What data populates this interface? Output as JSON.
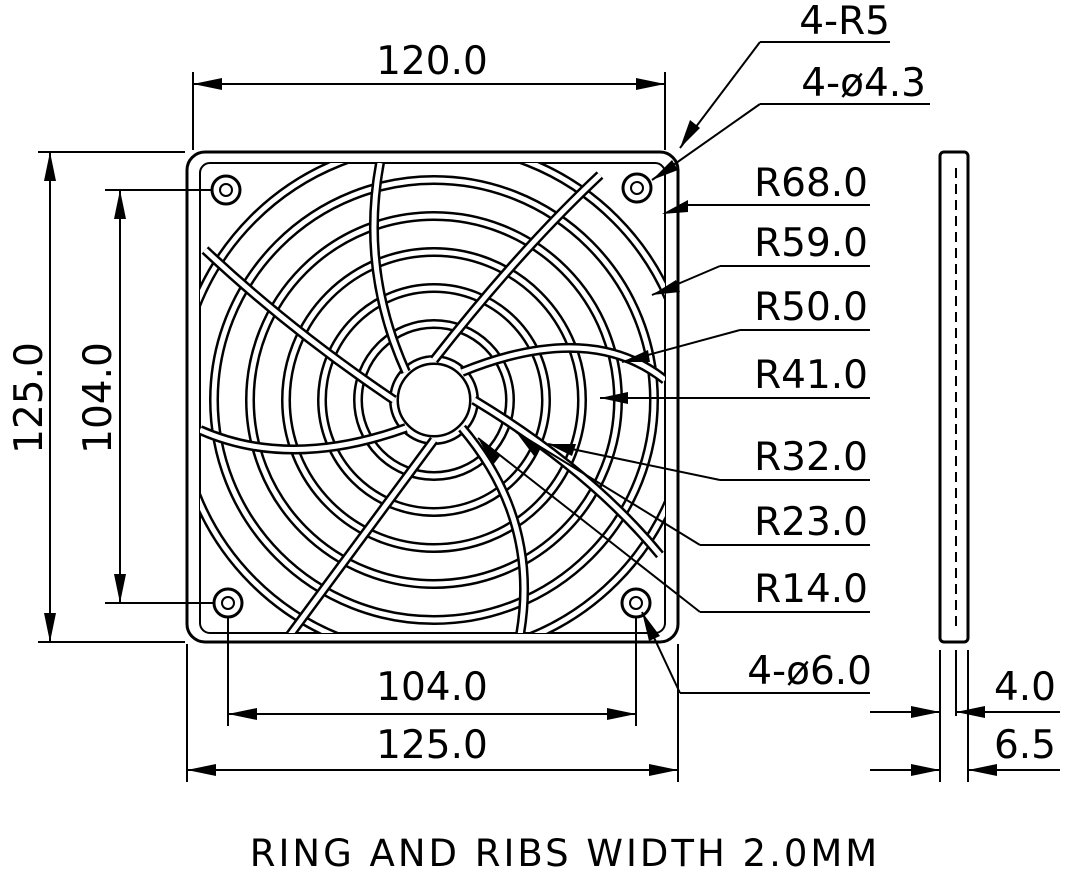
{
  "dimensions": {
    "top_width": "120.0",
    "overall_height": "125.0",
    "hole_spacing_vertical": "104.0",
    "hole_spacing_horizontal": "104.0",
    "overall_width": "125.0",
    "thickness_inner": "4.0",
    "thickness_outer": "6.5"
  },
  "callouts": {
    "corner_radius": "4-R5",
    "small_hole": "4-ø4.3",
    "large_hole": "4-ø6.0",
    "radii": [
      "R68.0",
      "R59.0",
      "R50.0",
      "R41.0",
      "R32.0",
      "R23.0",
      "R14.0"
    ]
  },
  "note": "RING AND RIBS WIDTH 2.0MM"
}
